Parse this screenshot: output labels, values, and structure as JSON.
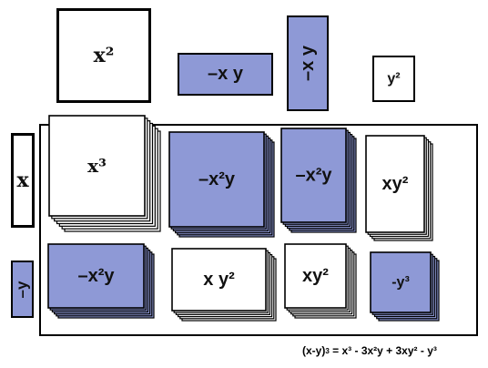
{
  "colors": {
    "blue_tile": "#8e99d6",
    "white_tile": "#ffffff",
    "outline": "#000000"
  },
  "tiles_2d": [
    {
      "id": "x2",
      "label": "x²",
      "fill": "white"
    },
    {
      "id": "neg-xy",
      "label": "–x y",
      "fill": "blue"
    },
    {
      "id": "neg-xy-vertical",
      "label": "–x y",
      "fill": "blue"
    },
    {
      "id": "y2",
      "label": "y²",
      "fill": "white"
    }
  ],
  "side_labels": [
    {
      "id": "x",
      "label": "x",
      "fill": "white"
    },
    {
      "id": "neg-y",
      "label": "–y",
      "fill": "blue"
    }
  ],
  "blocks_3d": [
    {
      "id": "x3",
      "label": "x³",
      "fill": "white"
    },
    {
      "id": "neg-x2y-1",
      "label": "–x²y",
      "fill": "blue"
    },
    {
      "id": "neg-x2y-2",
      "label": "–x²y",
      "fill": "blue"
    },
    {
      "id": "xy2-1",
      "label": "xy²",
      "fill": "white"
    },
    {
      "id": "neg-x2y-3",
      "label": "–x²y",
      "fill": "blue"
    },
    {
      "id": "xy2-2",
      "label": "x y²",
      "fill": "white"
    },
    {
      "id": "xy2-3",
      "label": "xy²",
      "fill": "white"
    },
    {
      "id": "neg-y3",
      "label": "-y³",
      "fill": "blue"
    }
  ],
  "formula": {
    "lhs": "(x-y)",
    "lhs_exp": "3",
    "rhs": "= x³ - 3x²y + 3xy² - y³"
  }
}
